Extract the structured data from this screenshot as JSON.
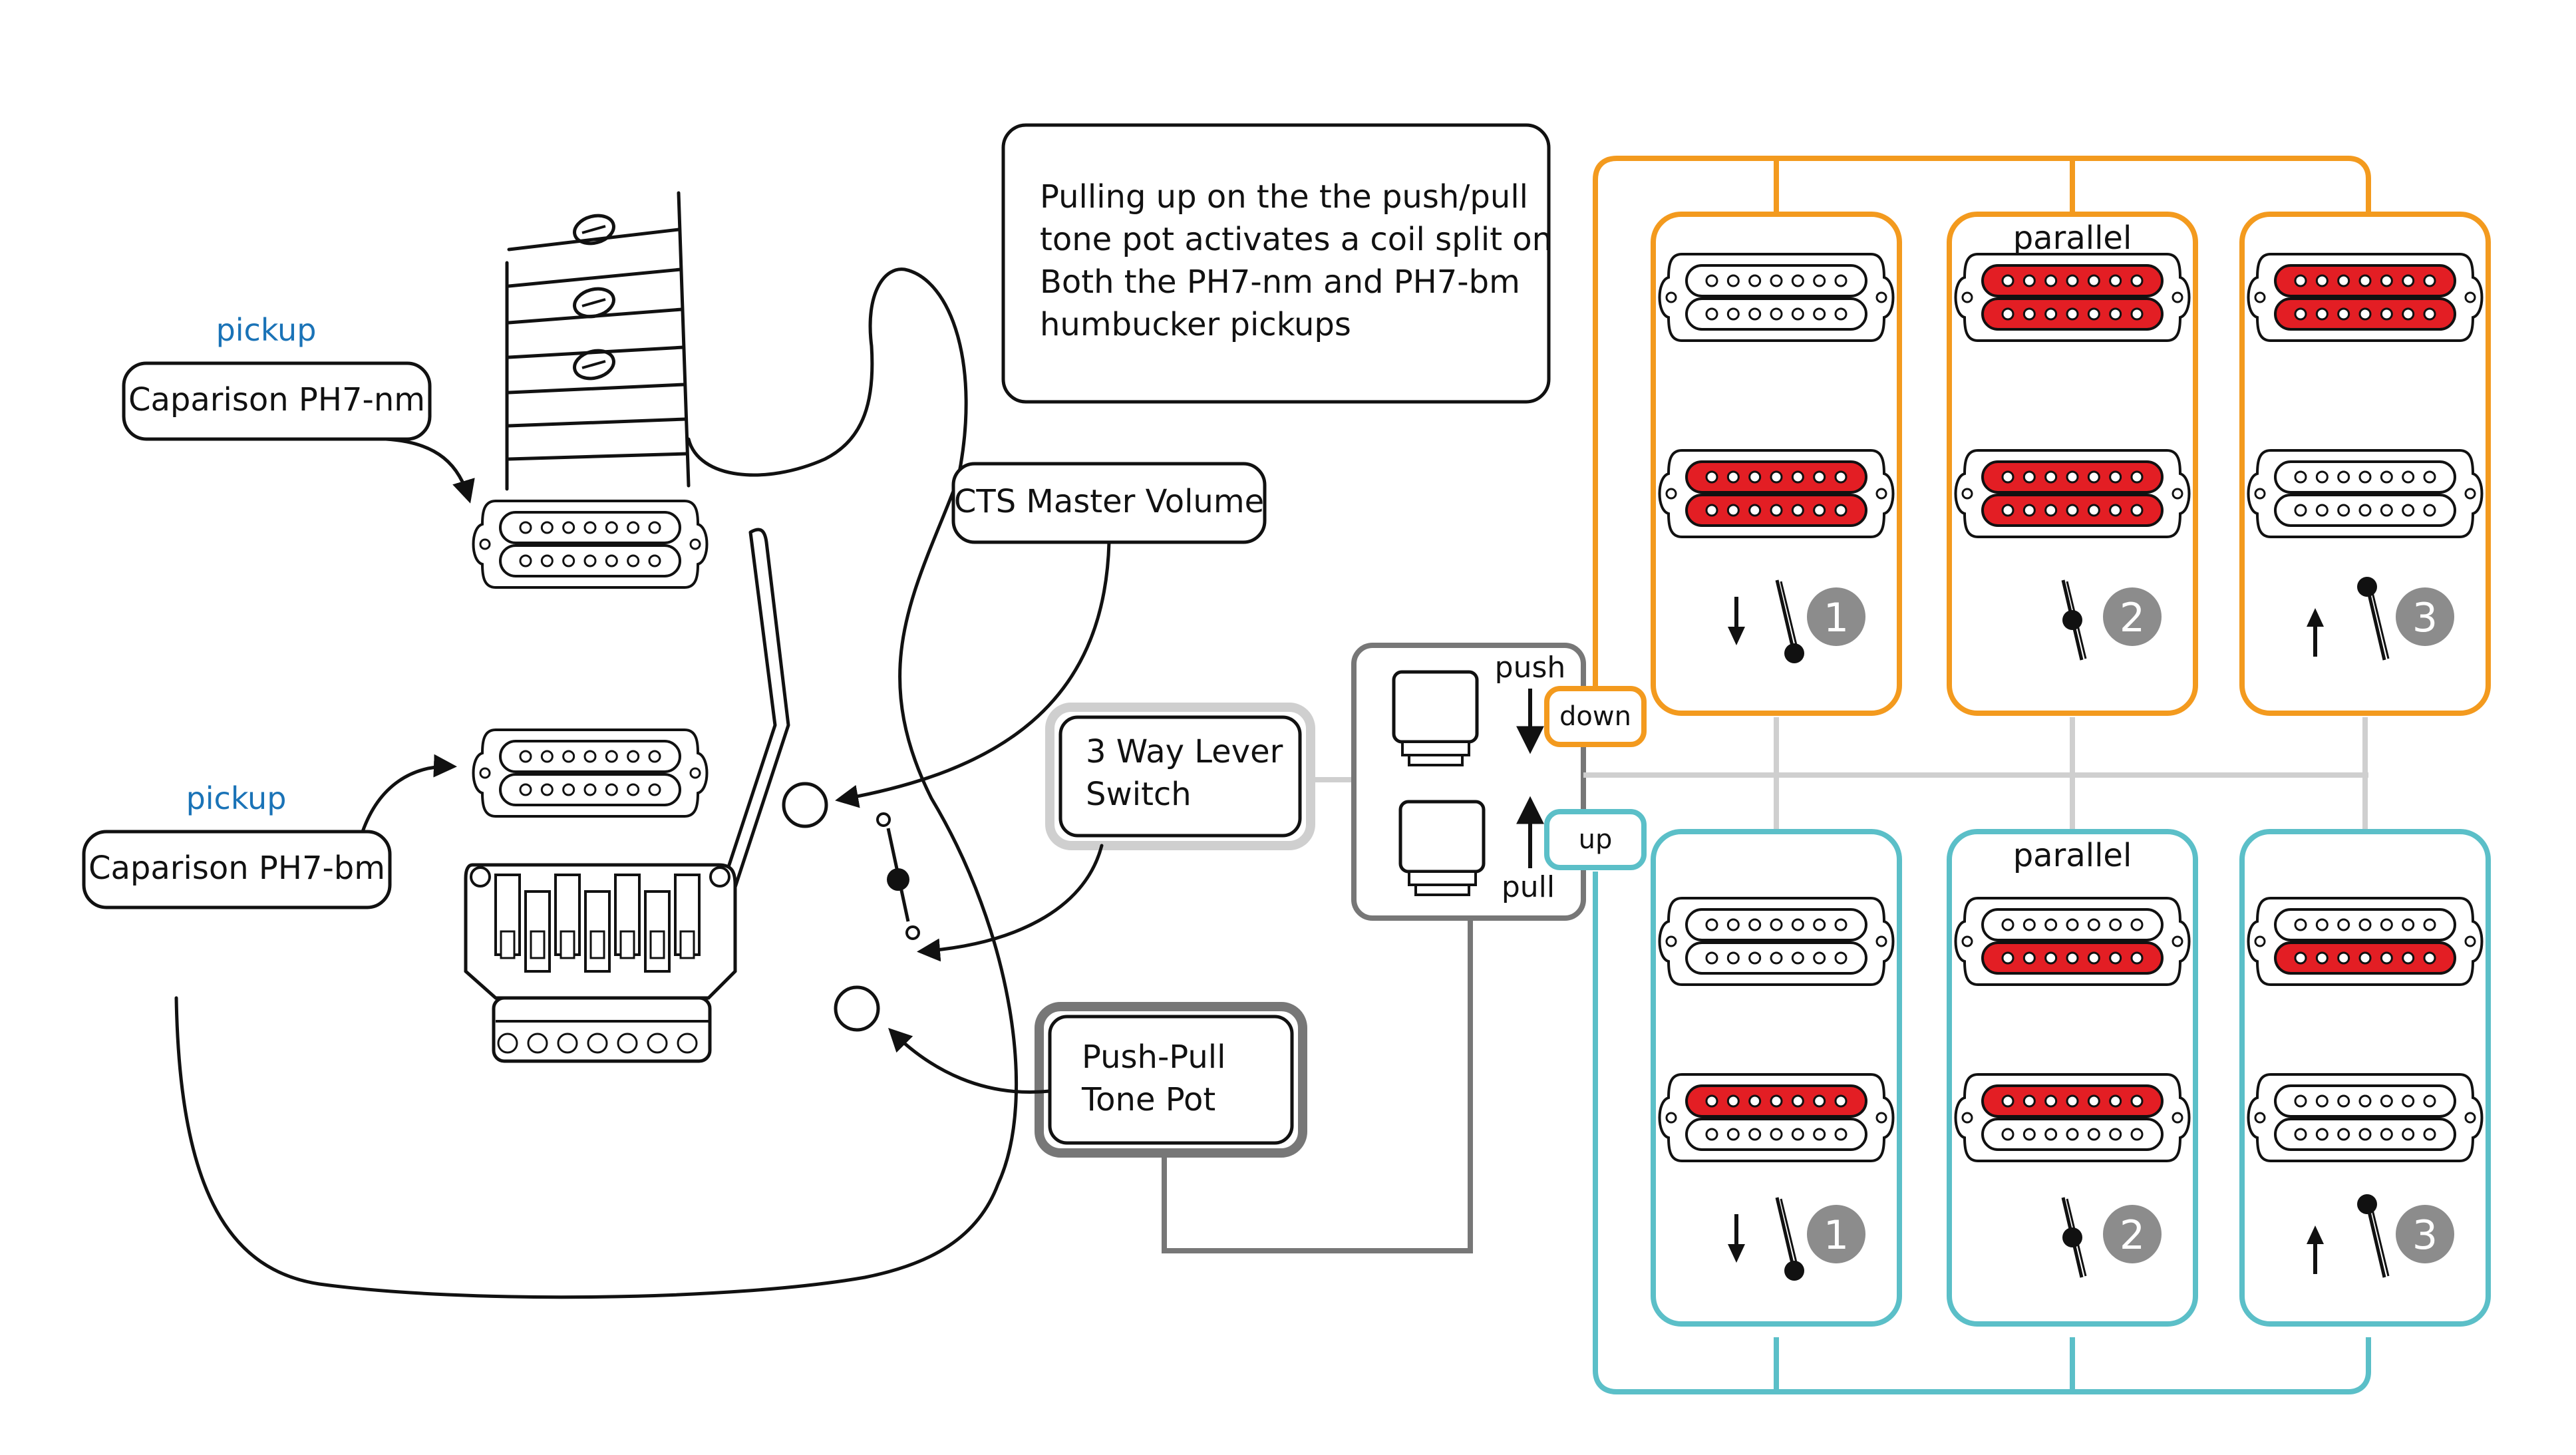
{
  "labels": {
    "pickup_neck_caption": "pickup",
    "pickup_neck_name": "Caparison PH7-nm",
    "pickup_bridge_caption": "pickup",
    "pickup_bridge_name": "Caparison PH7-bm",
    "volume": "CTS Master Volume",
    "switch_line1": "3 Way Lever",
    "switch_line2": "Switch",
    "tone_line1": "Push-Pull",
    "tone_line2": "Tone Pot",
    "push": "push",
    "pull": "pull",
    "down": "down",
    "up": "up"
  },
  "note": {
    "line1": "Pulling up on the the push/pull",
    "line2": "tone pot  activates a  coil split on",
    "line3": "Both the PH7-nm and PH7-bm",
    "line4": "humbucker pickups"
  },
  "colors": {
    "orange": "#f39a1e",
    "teal": "#5bbfc8",
    "red": "#e31e24",
    "gray_circle": "#8c8c8c",
    "connector_gray": "#cfcfcf"
  },
  "down_positions": [
    {
      "number": "1",
      "caption": "",
      "top_active": [
        false,
        false
      ],
      "bottom_active": [
        true,
        true
      ],
      "lever": "down"
    },
    {
      "number": "2",
      "caption": "parallel",
      "top_active": [
        true,
        true
      ],
      "bottom_active": [
        true,
        true
      ],
      "lever": "middle"
    },
    {
      "number": "3",
      "caption": "",
      "top_active": [
        true,
        true
      ],
      "bottom_active": [
        false,
        false
      ],
      "lever": "up"
    }
  ],
  "up_positions": [
    {
      "number": "1",
      "caption": "",
      "top_active": [
        false,
        false
      ],
      "bottom_active": [
        true,
        false
      ],
      "lever": "down"
    },
    {
      "number": "2",
      "caption": "parallel",
      "top_active": [
        false,
        true
      ],
      "bottom_active": [
        true,
        false
      ],
      "lever": "middle"
    },
    {
      "number": "3",
      "caption": "",
      "top_active": [
        false,
        true
      ],
      "bottom_active": [
        false,
        false
      ],
      "lever": "up"
    }
  ]
}
